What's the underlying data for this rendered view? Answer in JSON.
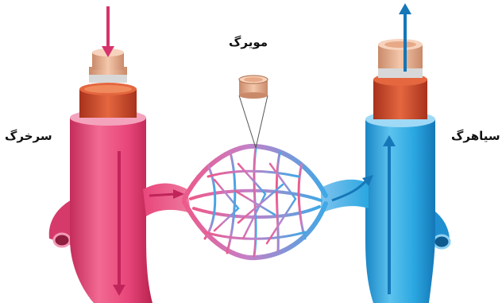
{
  "labels": {
    "artery": "سرخرگ",
    "capillary": "مویرگ",
    "vein": "سیاهرگ"
  },
  "colors": {
    "artery": "#e8467a",
    "artery_dark": "#b8234f",
    "vein": "#2aa7e0",
    "vein_dark": "#1577b8",
    "muscle_layer": "#d9543a",
    "connective": "#e9b496",
    "endothelium": "#c9c9c9"
  }
}
